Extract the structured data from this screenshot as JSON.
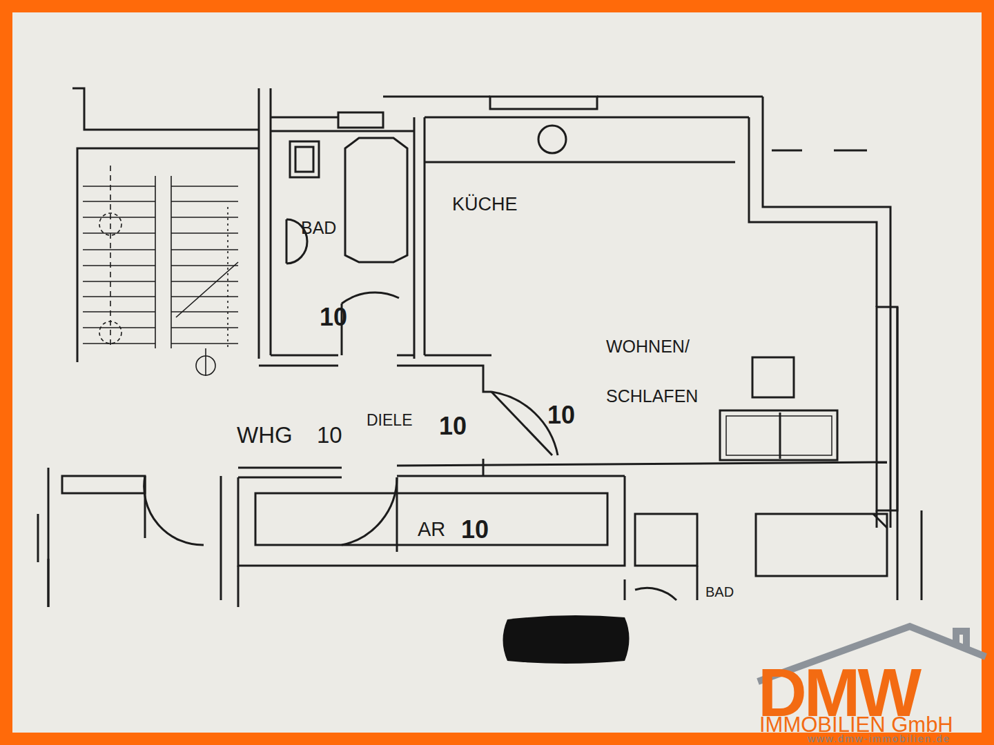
{
  "diagram": {
    "labels": [
      "KÜCHE",
      "BAD",
      "10",
      "WOHNEN/ SCHLAFEN",
      "WHG",
      "10",
      "DIELE",
      "10",
      "10",
      "AR",
      "10",
      "BAD",
      "DMW",
      "IMMOBILIEN GmbH",
      "www.dmw-immobilien.de"
    ]
  }
}
